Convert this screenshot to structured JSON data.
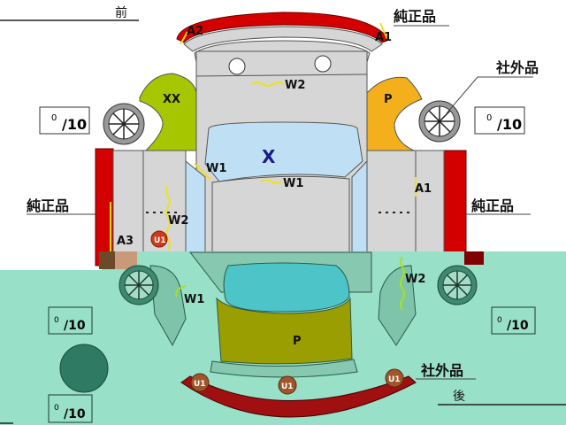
{
  "labels": {
    "front": "前",
    "rear": "後",
    "genuine_front_bumper": "純正品",
    "genuine_left": "純正品",
    "genuine_right": "純正品",
    "aftermarket_wheel": "社外品",
    "aftermarket_rear": "社外品"
  },
  "tire_scores": {
    "front_left": {
      "value": "0",
      "max": "/10"
    },
    "front_right": {
      "value": "0",
      "max": "/10"
    },
    "rear_left": {
      "value": "0",
      "max": "/10"
    },
    "rear_right": {
      "value": "0",
      "max": "/10"
    },
    "spare": {
      "value": "0",
      "max": "/10"
    }
  },
  "damage_marks": {
    "front_bumper_left": "A2",
    "front_bumper_right": "A1",
    "left_fender": "XX",
    "right_fender": "P",
    "hood": "W2",
    "windshield": "X",
    "roof": "W1",
    "left_pillar": "W1",
    "left_door": "W2",
    "left_sill": "A3",
    "left_dent": "U1",
    "right_door": "A1",
    "left_rear_quarter": "W1",
    "right_rear_quarter": "W2",
    "trunk": "P",
    "rear_bumper_left": "U1",
    "rear_bumper_center": "U1",
    "rear_bumper_right": "U1"
  },
  "colors": {
    "body": "#d6d6d6",
    "glass": "#bfe0f4",
    "replaced_red": "#d40000",
    "left_fender": "#a6c600",
    "right_fender": "#f4b01c",
    "overlay": "#99e0c8"
  }
}
